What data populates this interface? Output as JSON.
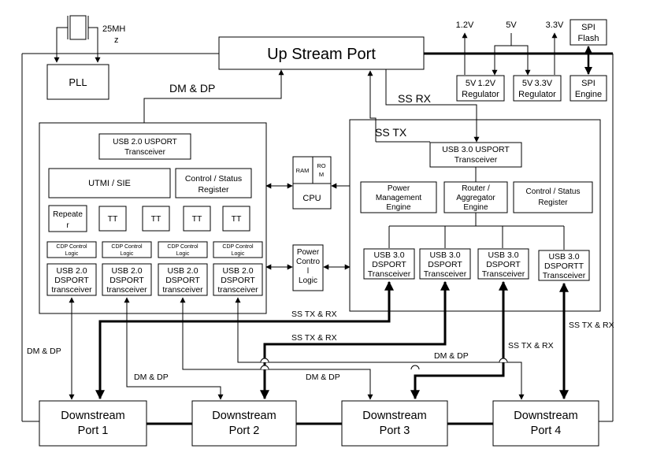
{
  "crystal": {
    "freq_line1": "25MH",
    "freq_line2": "z"
  },
  "pll": {
    "label": "PLL"
  },
  "upstream_port": {
    "label": "Up Stream Port"
  },
  "supplies": {
    "v12": "1.2V",
    "v5": "5V",
    "v33": "3.3V"
  },
  "spi_flash": {
    "line1": "SPI",
    "line2": "Flash"
  },
  "regulator_12": {
    "line1": "5V 1.2V",
    "line2": "Regulator"
  },
  "regulator_33": {
    "line1": "5V 3.3V",
    "line2": "Regulator"
  },
  "spi_engine": {
    "line1": "SPI",
    "line2": "Engine"
  },
  "usb2_hub": {
    "usport": {
      "line1": "USB 2.0 USPORT",
      "line2": "Transceiver"
    },
    "utmi": "UTMI / SIE",
    "ctrl_status": {
      "line1": "Control / Status",
      "line2": "Register"
    },
    "repeater": {
      "line1": "Repeate",
      "line2": "r"
    },
    "tt_labels": [
      "TT",
      "TT",
      "TT",
      "TT"
    ],
    "cdp": {
      "line1": "CDP Control",
      "line2": "Logic"
    },
    "dsport": {
      "line1": "USB 2.0",
      "line2": "DSPORT",
      "line3": "transceiver"
    }
  },
  "usb3_hub": {
    "title": "SS TX",
    "usport": {
      "line1": "USB 3.0 USPORT",
      "line2": "Transceiver"
    },
    "power_mgmt": {
      "line1": "Power",
      "line2": "Management",
      "line3": "Engine"
    },
    "router": {
      "line1": "Router /",
      "line2": "Aggregator",
      "line3": "Engine"
    },
    "ctrl_status": {
      "line1": "Control / Status",
      "line2": "Register"
    },
    "dsport_labels": [
      {
        "line1": "USB 3.0",
        "line2": "DSPORT",
        "line3": "Transceiver"
      },
      {
        "line1": "USB 3.0",
        "line2": "DSPORT",
        "line3": "Transceiver"
      },
      {
        "line1": "USB 3.0",
        "line2": "DSPORT",
        "line3": "Transceiver"
      },
      {
        "line1": "USB 3.0",
        "line2": "DSPORTT",
        "line3": "Transceiver"
      }
    ]
  },
  "cpu": {
    "ram": "RAM",
    "rom_line1": "RO",
    "rom_line2": "M",
    "label": "CPU"
  },
  "power_control": {
    "line1": "Power",
    "line2": "Contro",
    "line3": "l",
    "line4": "Logic"
  },
  "links": {
    "dm_dp": "DM & DP",
    "ss_rx": "SS RX",
    "ss_tx_rx": "SS TX & RX"
  },
  "downstream_ports": [
    {
      "line1": "Downstream",
      "line2": "Port 1"
    },
    {
      "line1": "Downstream",
      "line2": "Port 2"
    },
    {
      "line1": "Downstream",
      "line2": "Port 3"
    },
    {
      "line1": "Downstream",
      "line2": "Port 4"
    }
  ]
}
